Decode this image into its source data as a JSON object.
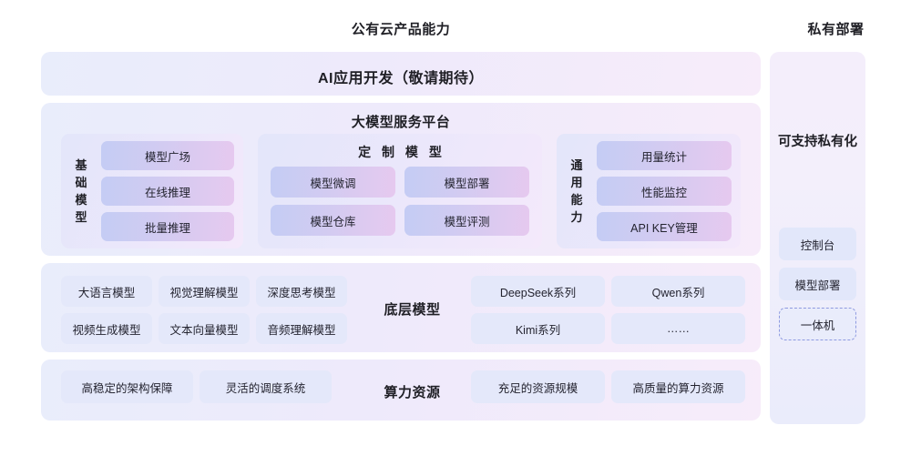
{
  "columns": {
    "public_title": "公有云产品能力",
    "private_title": "私有部署"
  },
  "public_cloud": {
    "ai_app": {
      "label": "AI应用开发（敬请期待）"
    },
    "platform": {
      "label": "大模型服务平台",
      "base_model_group": {
        "vertical_label": [
          "基",
          "础",
          "模",
          "型"
        ],
        "items": [
          "模型广场",
          "在线推理",
          "批量推理"
        ]
      },
      "custom_model_group": {
        "title": "定 制 模 型",
        "items": [
          "模型微调",
          "模型部署",
          "模型仓库",
          "模型评测"
        ]
      },
      "general_ability_group": {
        "vertical_label": [
          "通",
          "用",
          "能",
          "力"
        ],
        "items": [
          "用量统计",
          "性能监控",
          "API KEY管理"
        ]
      }
    },
    "base_models": {
      "label": "底层模型",
      "left_items": [
        "大语言模型",
        "视觉理解模型",
        "深度思考模型",
        "视频生成模型",
        "文本向量模型",
        "音频理解模型"
      ],
      "right_items": [
        "DeepSeek系列",
        "Qwen系列",
        "Kimi系列",
        "……"
      ]
    },
    "compute": {
      "label": "算力资源",
      "left_items": [
        "高稳定的架构保障",
        "灵活的调度系统"
      ],
      "right_items": [
        "充足的资源规模",
        "高质量的算力资源"
      ]
    }
  },
  "private_deployment": {
    "headline": "可支持私有化",
    "items": [
      "控制台",
      "模型部署",
      "一体机"
    ]
  },
  "colors": {
    "band_start": "#e9edfb",
    "band_end": "#f7ecfa",
    "pill_gradient_start": "#c4ccf4",
    "pill_gradient_end": "#e6c9ef",
    "tile_bg": "#e4e8fa",
    "dashed_border": "#8e9ae0",
    "text": "#1f1f25",
    "page_bg": "#ffffff"
  }
}
